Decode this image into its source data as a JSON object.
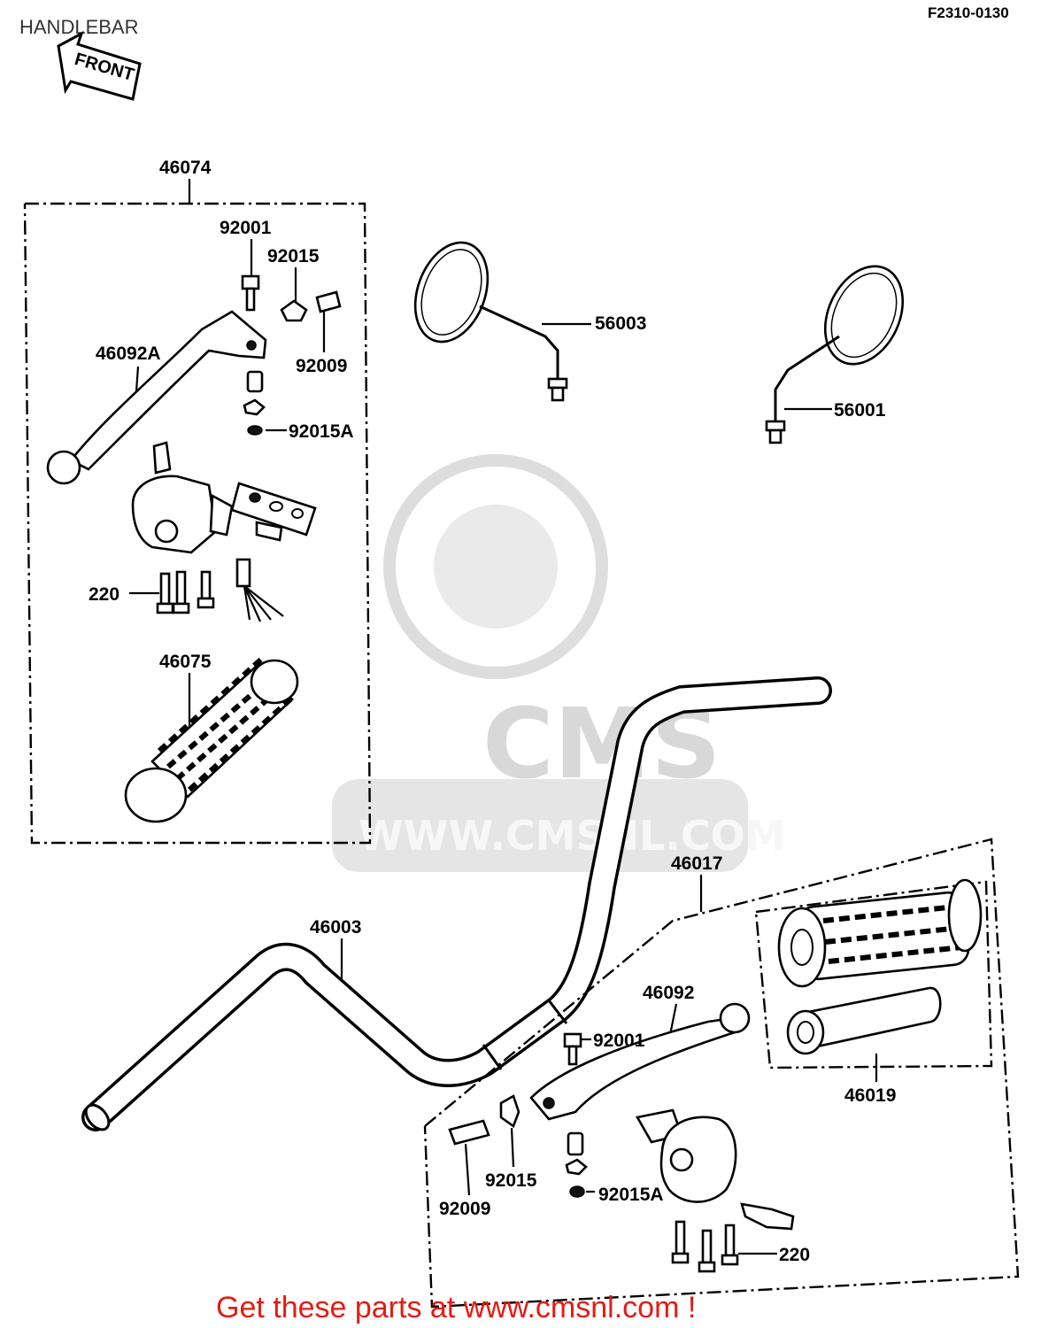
{
  "diagram": {
    "title": "HANDLEBAR",
    "code": "F2310-0130",
    "front_label": "FRONT",
    "footer": "Get these parts at www.cmsnl.com !",
    "watermark": {
      "brand": "CMS",
      "url": "WWW.CMSNL.COM"
    },
    "labels": {
      "p46074": "46074",
      "p92001_a": "92001",
      "p92015_a": "92015",
      "p92009_a": "92009",
      "p46092A": "46092A",
      "p92015A_a": "92015A",
      "p220_a": "220",
      "p46075": "46075",
      "p56003": "56003",
      "p56001": "56001",
      "p46017": "46017",
      "p46003": "46003",
      "p46092": "46092",
      "p92001_b": "92001",
      "p46019": "46019",
      "p92015_b": "92015",
      "p92009_b": "92009",
      "p92015A_b": "92015A",
      "p220_b": "220"
    }
  }
}
